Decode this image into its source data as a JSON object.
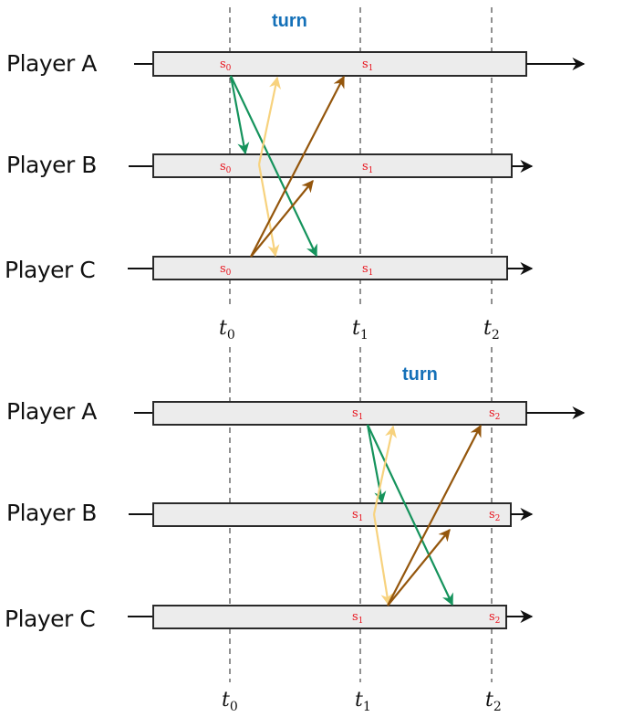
{
  "colors": {
    "turn": "#1470b8",
    "state": "#e8141e",
    "player_A_msg": "#15935c",
    "player_B_msg": "#f7d27e",
    "player_C_msg": "#94560c",
    "bar_fill": "#ececec",
    "bar_stroke": "#2a2a2a"
  },
  "time_axis": {
    "labels": [
      {
        "base": "t",
        "sub": "0"
      },
      {
        "base": "t",
        "sub": "1"
      },
      {
        "base": "t",
        "sub": "2"
      }
    ]
  },
  "panels": [
    {
      "name": "round-1",
      "turn_label": "turn",
      "turn_slot": 0,
      "players": [
        {
          "label": "Player A",
          "states": [
            {
              "base": "s",
              "sub": "0",
              "at": 0
            },
            {
              "base": "s",
              "sub": "1",
              "at": 1
            }
          ]
        },
        {
          "label": "Player B",
          "states": [
            {
              "base": "s",
              "sub": "0",
              "at": 0
            },
            {
              "base": "s",
              "sub": "1",
              "at": 1
            }
          ]
        },
        {
          "label": "Player C",
          "states": [
            {
              "base": "s",
              "sub": "0",
              "at": 0
            },
            {
              "base": "s",
              "sub": "1",
              "at": 1
            }
          ]
        }
      ],
      "messages": [
        {
          "from": "Player A",
          "to": "Player B",
          "color_key": "player_A_msg"
        },
        {
          "from": "Player A",
          "to": "Player C",
          "color_key": "player_A_msg"
        },
        {
          "from": "Player B",
          "to": "Player A",
          "color_key": "player_B_msg"
        },
        {
          "from": "Player B",
          "to": "Player C",
          "color_key": "player_B_msg"
        },
        {
          "from": "Player C",
          "to": "Player B",
          "color_key": "player_C_msg"
        },
        {
          "from": "Player C",
          "to": "Player A",
          "color_key": "player_C_msg"
        }
      ]
    },
    {
      "name": "round-2",
      "turn_label": "turn",
      "turn_slot": 1,
      "players": [
        {
          "label": "Player A",
          "states": [
            {
              "base": "s",
              "sub": "1",
              "at": 1
            },
            {
              "base": "s",
              "sub": "2",
              "at": 2
            }
          ]
        },
        {
          "label": "Player B",
          "states": [
            {
              "base": "s",
              "sub": "1",
              "at": 1
            },
            {
              "base": "s",
              "sub": "2",
              "at": 2
            }
          ]
        },
        {
          "label": "Player C",
          "states": [
            {
              "base": "s",
              "sub": "1",
              "at": 1
            },
            {
              "base": "s",
              "sub": "2",
              "at": 2
            }
          ]
        }
      ],
      "messages": [
        {
          "from": "Player A",
          "to": "Player B",
          "color_key": "player_A_msg"
        },
        {
          "from": "Player A",
          "to": "Player C",
          "color_key": "player_A_msg"
        },
        {
          "from": "Player B",
          "to": "Player A",
          "color_key": "player_B_msg"
        },
        {
          "from": "Player B",
          "to": "Player C",
          "color_key": "player_B_msg"
        },
        {
          "from": "Player C",
          "to": "Player B",
          "color_key": "player_C_msg"
        },
        {
          "from": "Player C",
          "to": "Player A",
          "color_key": "player_C_msg"
        }
      ]
    }
  ]
}
